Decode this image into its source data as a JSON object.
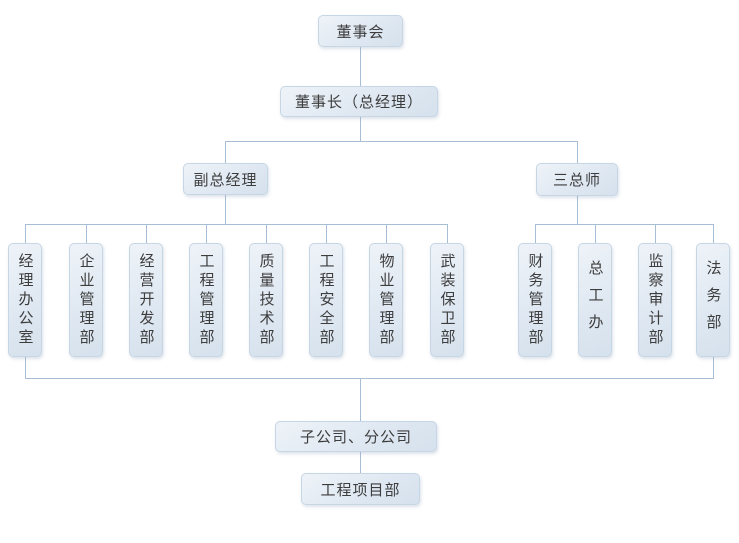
{
  "nodes": {
    "board": {
      "label": "董事会"
    },
    "chairman": {
      "label": "董事长（总经理）"
    },
    "deputy_gm": {
      "label": "副总经理"
    },
    "three_chiefs": {
      "label": "三总师"
    },
    "subsidiaries": {
      "label": "子公司、分公司"
    },
    "project_dept": {
      "label": "工程项目部"
    }
  },
  "left_departments": [
    {
      "label": "经理办公室"
    },
    {
      "label": "企业管理部"
    },
    {
      "label": "经营开发部"
    },
    {
      "label": "工程管理部"
    },
    {
      "label": "质量技术部"
    },
    {
      "label": "工程安全部"
    },
    {
      "label": "物业管理部"
    },
    {
      "label": "武装保卫部"
    }
  ],
  "right_departments": [
    {
      "label": "财务管理部"
    },
    {
      "label": "总工办"
    },
    {
      "label": "监察审计部"
    },
    {
      "label": "法务部"
    }
  ],
  "colors": {
    "line": "#a8bed6",
    "box_border": "#c7d6e4",
    "box_fill_top": "#eef3f8",
    "box_fill_bottom": "#d5e1ed",
    "text": "#3d3d3d",
    "background": "#ffffff"
  }
}
